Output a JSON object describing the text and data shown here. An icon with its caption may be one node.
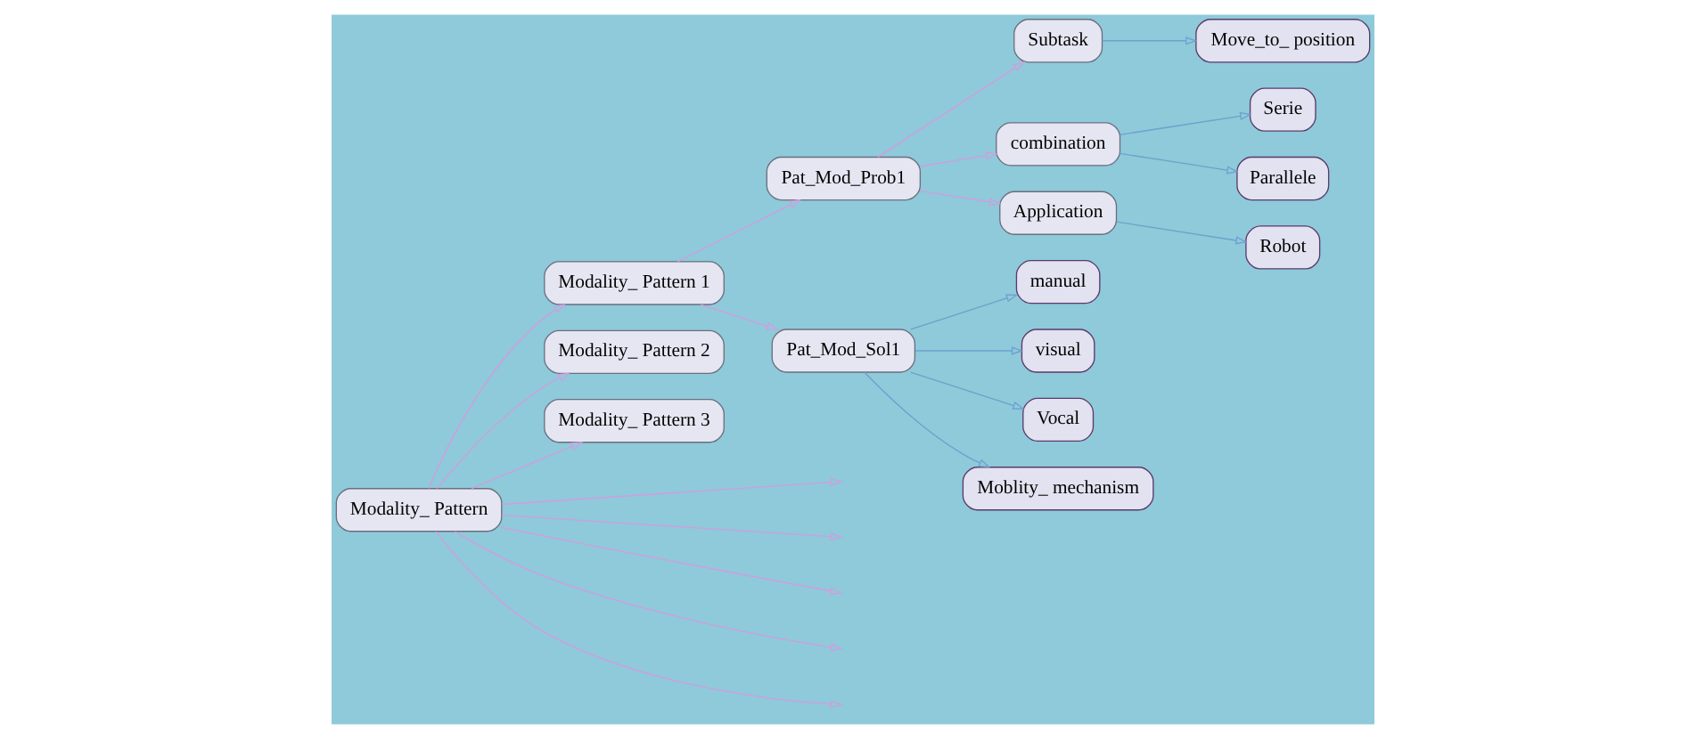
{
  "diagram": {
    "nodes": [
      {
        "text": [
          "Modality_ Pattern"
        ]
      },
      {
        "text": [
          "Modality_ Pattern 1"
        ]
      },
      {
        "text": [
          "Pat_Mod_Prob1"
        ]
      },
      {
        "text": [
          "Subtask"
        ]
      },
      {
        "text": [
          "Move_to_ position"
        ]
      },
      {
        "text": [
          "combination"
        ]
      },
      {
        "text": [
          "Serie"
        ]
      },
      {
        "text": [
          "Parallele"
        ]
      },
      {
        "text": [
          "Application"
        ]
      },
      {
        "text": [
          "Robot"
        ]
      },
      {
        "text": [
          "Pat_Mod_Sol1"
        ]
      },
      {
        "text": [
          "manual"
        ]
      },
      {
        "text": [
          "visual"
        ]
      },
      {
        "text": [
          "Vocal"
        ]
      },
      {
        "text": [
          "Moblity_ mechanism"
        ]
      },
      {
        "text": [
          "Modality_ Pattern 2"
        ]
      },
      {
        "text": [
          "Modality_ Pattern 3"
        ]
      }
    ],
    "edges": [
      {
        "from": 0,
        "to": 1,
        "arrow": "to"
      },
      {
        "from": 1,
        "to": 2,
        "arrow": "to"
      },
      {
        "from": 2,
        "to": 3,
        "arrow": "to"
      },
      {
        "from": 3,
        "to": 4,
        "arrow": "to",
        "color": "#6f9fcf"
      },
      {
        "from": 2,
        "to": 5,
        "arrow": "to"
      },
      {
        "from": 5,
        "to": 6,
        "arrow": "to",
        "color": "#6f9fcf"
      },
      {
        "from": 5,
        "to": 7,
        "arrow": "to",
        "color": "#6f9fcf"
      },
      {
        "from": 2,
        "to": 8,
        "arrow": "to"
      },
      {
        "from": 8,
        "to": 9,
        "arrow": "to",
        "color": "#6f9fcf"
      },
      {
        "from": 1,
        "to": 10,
        "arrow": "to"
      },
      {
        "from": 10,
        "to": 11,
        "arrow": "to",
        "color": "#6f9fcf"
      },
      {
        "from": 10,
        "to": 12,
        "arrow": "to",
        "color": "#6f9fcf"
      },
      {
        "from": 10,
        "to": 13,
        "arrow": "to",
        "color": "#6f9fcf"
      },
      {
        "from": 10,
        "to": 14,
        "arrow": "to",
        "color": "#6f9fcf"
      },
      {
        "from": 0,
        "to": 15,
        "arrow": "to"
      },
      {
        "from": 0,
        "to": 16,
        "arrow": "to"
      },
      {
        "from": 0,
        "to": null,
        "arrow": "to"
      },
      {
        "from": 0,
        "to": null,
        "arrow": "to"
      },
      {
        "from": 0,
        "to": null,
        "arrow": "to"
      },
      {
        "from": 0,
        "to": null,
        "arrow": "to"
      },
      {
        "from": 0,
        "to": null,
        "arrow": "to"
      }
    ]
  }
}
